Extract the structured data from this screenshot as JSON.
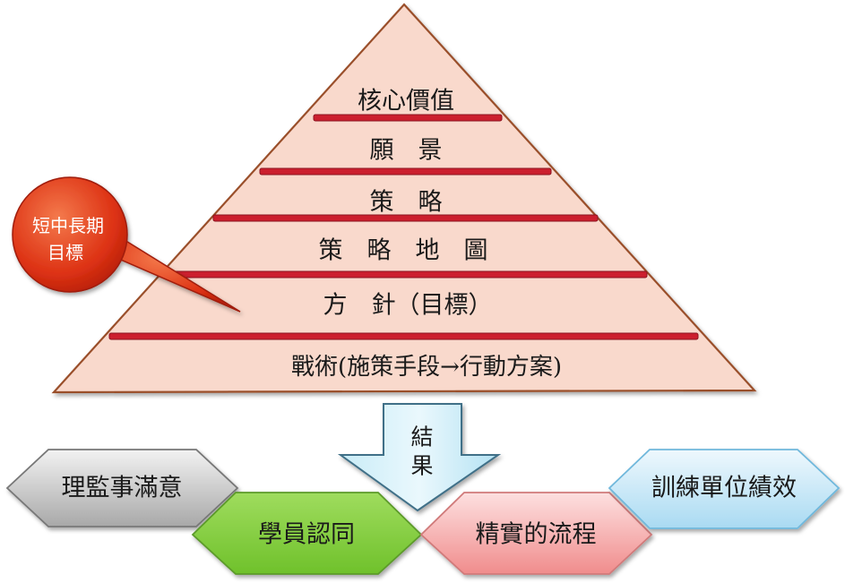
{
  "pyramid": {
    "levels": [
      "核心價值",
      "願　景",
      "策　略",
      "策　略　地　圖",
      "方　針（目標）",
      "戰術(施策手段→行動方案)"
    ]
  },
  "callout": {
    "line1": "短中長期",
    "line2": "目標"
  },
  "arrow": {
    "line1": "結",
    "line2": "果"
  },
  "results": [
    "理監事滿意",
    "學員認同",
    "精實的流程",
    "訓練單位績效"
  ]
}
